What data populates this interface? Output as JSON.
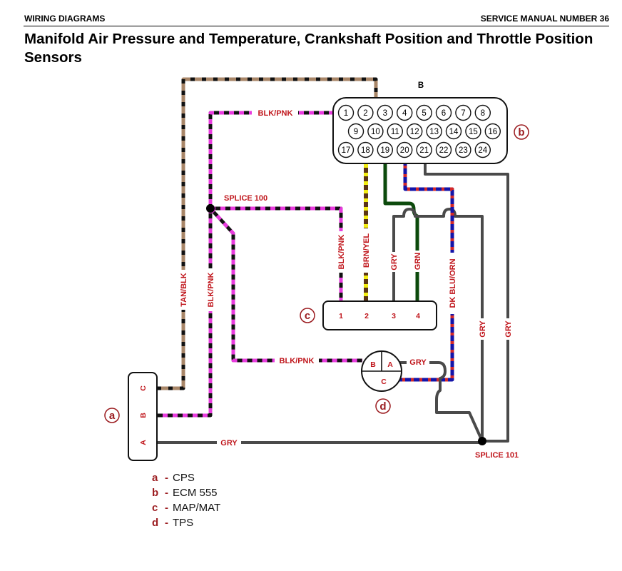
{
  "header": {
    "left": "WIRING DIAGRAMS",
    "right": "SERVICE MANUAL NUMBER 36"
  },
  "title": "Manifold Air Pressure and Temperature, Crankshaft Position and Throttle Position Sensors",
  "ecm": {
    "label": "B",
    "pins": [
      "1",
      "2",
      "3",
      "4",
      "5",
      "6",
      "7",
      "8",
      "9",
      "10",
      "11",
      "12",
      "13",
      "14",
      "15",
      "16",
      "17",
      "18",
      "19",
      "20",
      "21",
      "22",
      "23",
      "24"
    ]
  },
  "wire_labels": {
    "blk_pnk_top": "BLK/PNK",
    "splice_100": "SPLICE 100",
    "splice_101": "SPLICE 101",
    "tan_blk": "TAN/BLK",
    "blk_pnk_left": "BLK/PNK",
    "blk_pnk_map": "BLK/PNK",
    "brn_yel": "BRN/YEL",
    "gry_map": "GRY",
    "grn": "GRN",
    "dk_blu_orn": "DK BLU/ORN",
    "gry_mid": "GRY",
    "gry_right": "GRY",
    "blk_pnk_tps": "BLK/PNK",
    "gry_tps": "GRY",
    "gry_bottom": "GRY"
  },
  "map_mat": {
    "pins": [
      "1",
      "2",
      "3",
      "4"
    ]
  },
  "cps": {
    "pins": [
      "C",
      "B",
      "A"
    ]
  },
  "tps": {
    "pins": [
      "B",
      "A",
      "C"
    ]
  },
  "callouts": {
    "a": "a",
    "b": "b",
    "c": "c",
    "d": "d"
  },
  "legend": [
    {
      "key": "a",
      "value": "CPS"
    },
    {
      "key": "b",
      "value": "ECM 555"
    },
    {
      "key": "c",
      "value": "MAP/MAT"
    },
    {
      "key": "d",
      "value": "TPS"
    }
  ],
  "colors": {
    "label_red": "#c0161c",
    "callout_red": "#9b1b1f",
    "tan": "#a88668",
    "pink": "#e83cde",
    "black": "#111111",
    "yellow": "#f3ee15",
    "brown": "#5a3416",
    "green": "#0c4a0c",
    "dk_blue": "#1414a8",
    "orange_red": "#d2282a",
    "gray": "#4a4a4a"
  }
}
